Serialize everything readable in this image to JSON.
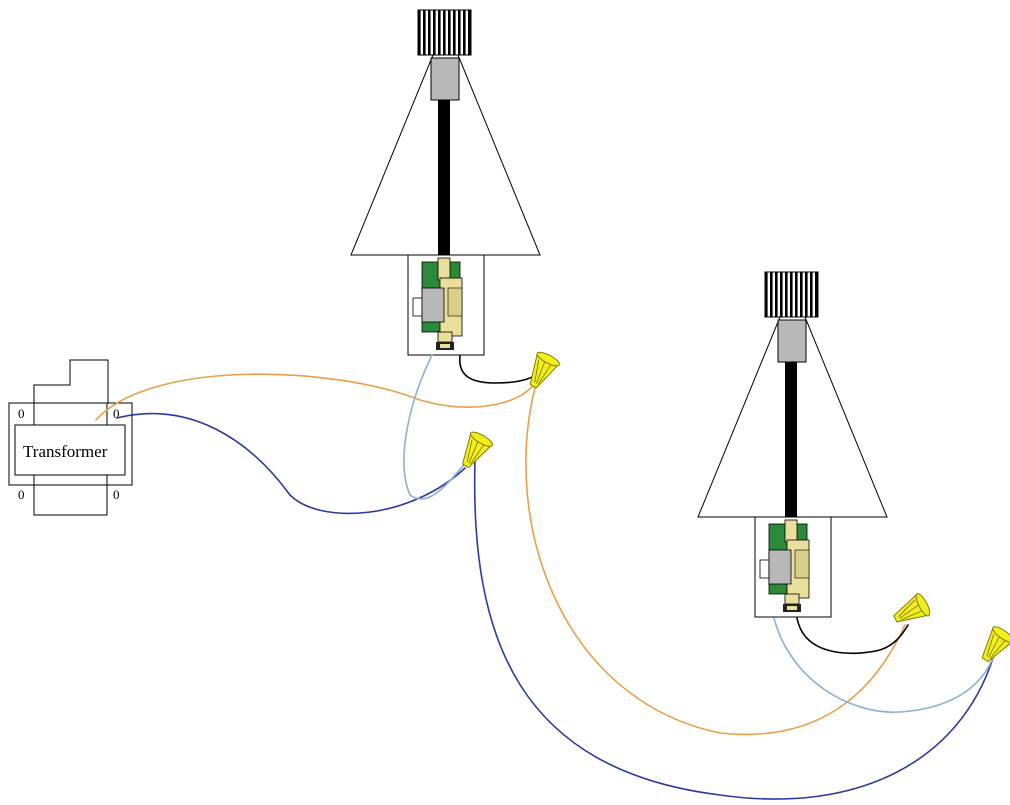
{
  "transformer": {
    "label": "Transformer",
    "terminal_label": "0"
  },
  "colors": {
    "orange_wire": "#e8a04a",
    "dark_blue_wire": "#2a3aa0",
    "light_blue_wire": "#8ab0d8",
    "black_wire": "#000000",
    "wire_nut": "#f2ee1a",
    "pcb_green": "#2a8a3a",
    "relay_tan": "#e8e09a",
    "motor_gray": "#b8b8b8"
  },
  "components": [
    {
      "name": "transformer",
      "icon": "transformer-icon"
    },
    {
      "name": "light-fixture-1",
      "icon": "cone-lamp-icon"
    },
    {
      "name": "light-fixture-2",
      "icon": "cone-lamp-icon"
    },
    {
      "name": "wire-nut",
      "icon": "wire-nut-icon"
    }
  ]
}
